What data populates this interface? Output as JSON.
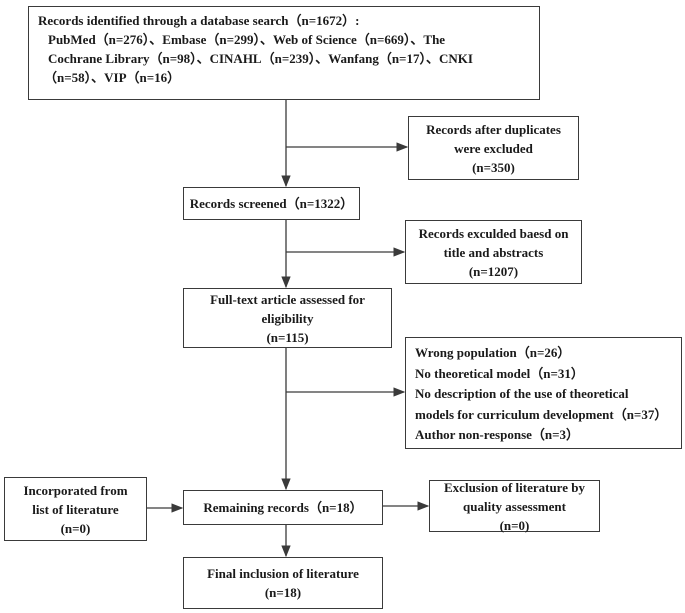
{
  "flowchart": {
    "identified": {
      "lines": [
        "Records identified through a database search（n=1672）:",
        "PubMed（n=276）、Embase（n=299）、Web of Science（n=669）、The",
        "Cochrane Library（n=98）、CINAHL（n=239）、Wanfang（n=17）、CNKI",
        "（n=58）、VIP（n=16）"
      ]
    },
    "duplicates": {
      "lines": [
        "Records after duplicates",
        "were excluded",
        "(n=350)"
      ]
    },
    "screened": {
      "text": "Records screened（n=1322）"
    },
    "title_excluded": {
      "lines": [
        "Records exculded baesd on",
        "title and abstracts",
        "(n=1207)"
      ]
    },
    "fulltext": {
      "lines": [
        "Full-text article assessed for",
        "eligibility",
        "(n=115)"
      ]
    },
    "reasons": {
      "lines": [
        "Wrong population（n=26）",
        "No theoretical model（n=31）",
        "No description of the use of theoretical",
        "models for curriculum development（n=37）",
        "Author non-response（n=3）"
      ]
    },
    "incorporated": {
      "lines": [
        "Incorporated from",
        "list of literature",
        "(n=0)"
      ]
    },
    "remaining": {
      "text": "Remaining records（n=18）"
    },
    "quality": {
      "lines": [
        "Exclusion of literature by",
        "quality assessment",
        "(n=0)"
      ]
    },
    "final": {
      "lines": [
        "Final inclusion of literature",
        "(n=18)"
      ]
    }
  },
  "colors": {
    "stroke": "#3a3a3a",
    "text": "#1a1a1a",
    "background": "#ffffff"
  }
}
